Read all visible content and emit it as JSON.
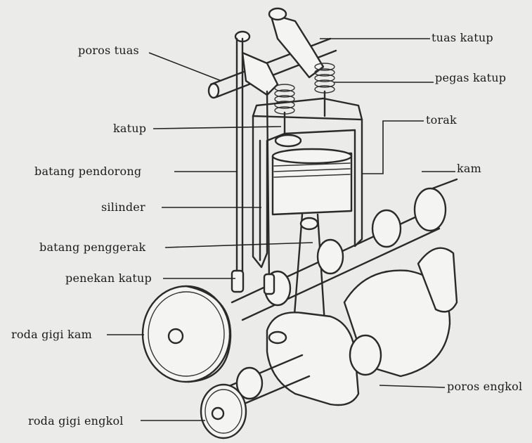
{
  "labels": {
    "poros_tuas": "poros tuas",
    "tuas_katup": "tuas katup",
    "pegas_katup": "pegas katup",
    "katup": "katup",
    "torak": "torak",
    "batang_pendorong": "batang pendorong",
    "kam": "kam",
    "silinder": "silinder",
    "batang_penggerak": "batang penggerak",
    "penekan_katup": "penekan katup",
    "roda_gigi_kam": "roda gigi kam",
    "poros_engkol": "poros engkol",
    "roda_gigi_engkol": "roda gigi engkol"
  }
}
